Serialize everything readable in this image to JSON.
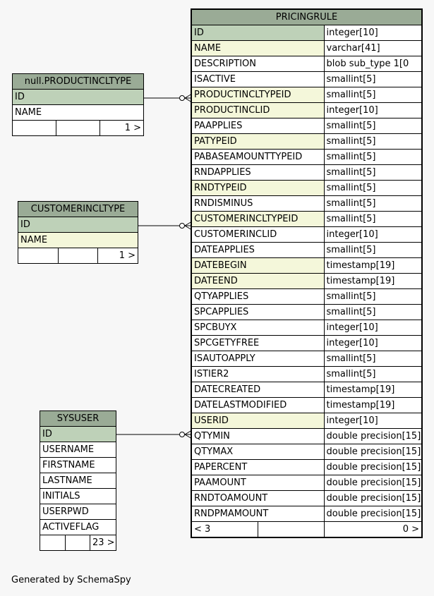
{
  "pricingrule": {
    "title": "PRICINGRULE",
    "columns": [
      {
        "name": "ID",
        "type": "integer[10]",
        "key": "pk"
      },
      {
        "name": "NAME",
        "type": "varchar[41]",
        "key": "fk"
      },
      {
        "name": "DESCRIPTION",
        "type": "blob sub_type 1[0",
        "key": ""
      },
      {
        "name": "ISACTIVE",
        "type": "smallint[5]",
        "key": ""
      },
      {
        "name": "PRODUCTINCLTYPEID",
        "type": "smallint[5]",
        "key": "fk"
      },
      {
        "name": "PRODUCTINCLID",
        "type": "integer[10]",
        "key": "fk"
      },
      {
        "name": "PAAPPLIES",
        "type": "smallint[5]",
        "key": ""
      },
      {
        "name": "PATYPEID",
        "type": "smallint[5]",
        "key": "fk"
      },
      {
        "name": "PABASEAMOUNTTYPEID",
        "type": "smallint[5]",
        "key": ""
      },
      {
        "name": "RNDAPPLIES",
        "type": "smallint[5]",
        "key": ""
      },
      {
        "name": "RNDTYPEID",
        "type": "smallint[5]",
        "key": "fk"
      },
      {
        "name": "RNDISMINUS",
        "type": "smallint[5]",
        "key": ""
      },
      {
        "name": "CUSTOMERINCLTYPEID",
        "type": "smallint[5]",
        "key": "fk"
      },
      {
        "name": "CUSTOMERINCLID",
        "type": "integer[10]",
        "key": ""
      },
      {
        "name": "DATEAPPLIES",
        "type": "smallint[5]",
        "key": ""
      },
      {
        "name": "DATEBEGIN",
        "type": "timestamp[19]",
        "key": "fk"
      },
      {
        "name": "DATEEND",
        "type": "timestamp[19]",
        "key": "fk"
      },
      {
        "name": "QTYAPPLIES",
        "type": "smallint[5]",
        "key": ""
      },
      {
        "name": "SPCAPPLIES",
        "type": "smallint[5]",
        "key": ""
      },
      {
        "name": "SPCBUYX",
        "type": "integer[10]",
        "key": ""
      },
      {
        "name": "SPCGETYFREE",
        "type": "integer[10]",
        "key": ""
      },
      {
        "name": "ISAUTOAPPLY",
        "type": "smallint[5]",
        "key": ""
      },
      {
        "name": "ISTIER2",
        "type": "smallint[5]",
        "key": ""
      },
      {
        "name": "DATECREATED",
        "type": "timestamp[19]",
        "key": ""
      },
      {
        "name": "DATELASTMODIFIED",
        "type": "timestamp[19]",
        "key": ""
      },
      {
        "name": "USERID",
        "type": "integer[10]",
        "key": "fk"
      },
      {
        "name": "QTYMIN",
        "type": "double precision[15]",
        "key": ""
      },
      {
        "name": "QTYMAX",
        "type": "double precision[15]",
        "key": ""
      },
      {
        "name": "PAPERCENT",
        "type": "double precision[15]",
        "key": ""
      },
      {
        "name": "PAAMOUNT",
        "type": "double precision[15]",
        "key": ""
      },
      {
        "name": "RNDTOAMOUNT",
        "type": "double precision[15]",
        "key": ""
      },
      {
        "name": "RNDPMAMOUNT",
        "type": "double precision[15]",
        "key": ""
      }
    ],
    "footer_left": "< 3",
    "footer_right": "0 >"
  },
  "productincltype": {
    "title": "null.PRODUCTINCLTYPE",
    "columns": [
      {
        "name": "ID",
        "key": "pk"
      },
      {
        "name": "NAME",
        "key": ""
      }
    ],
    "footer_right": "1 >"
  },
  "customerincltype": {
    "title": "CUSTOMERINCLTYPE",
    "columns": [
      {
        "name": "ID",
        "key": "pk"
      },
      {
        "name": "NAME",
        "key": "fk"
      }
    ],
    "footer_right": "1 >"
  },
  "sysuser": {
    "title": "SYSUSER",
    "columns": [
      {
        "name": "ID",
        "key": "pk"
      },
      {
        "name": "USERNAME",
        "key": ""
      },
      {
        "name": "FIRSTNAME",
        "key": ""
      },
      {
        "name": "LASTNAME",
        "key": ""
      },
      {
        "name": "INITIALS",
        "key": ""
      },
      {
        "name": "USERPWD",
        "key": ""
      },
      {
        "name": "ACTIVEFLAG",
        "key": ""
      }
    ],
    "footer_right": "23 >"
  },
  "footer": "Generated by SchemaSpy"
}
